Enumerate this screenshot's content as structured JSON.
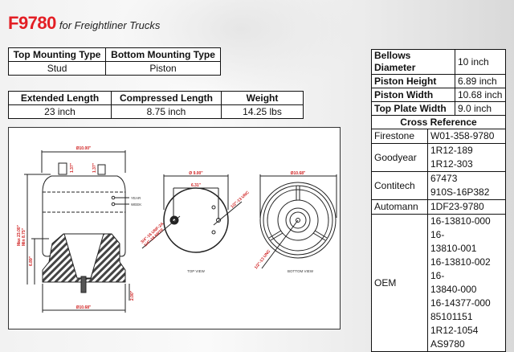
{
  "header": {
    "model": "F9780",
    "subtitle": "for Freightliner Trucks"
  },
  "mounting": {
    "headers": [
      "Top Mounting Type",
      "Bottom Mounting Type"
    ],
    "values": [
      "Stud",
      "Piston"
    ]
  },
  "lengths": {
    "headers": [
      "Extended Length",
      "Compressed Length",
      "Weight"
    ],
    "values": [
      "23 inch",
      "8.75 inch",
      "14.25 lbs"
    ]
  },
  "specs": [
    {
      "label": "Bellows Diameter",
      "value": "10 inch"
    },
    {
      "label": "Piston Height",
      "value": "6.89 inch"
    },
    {
      "label": "Piston Width",
      "value": "10.68 inch"
    },
    {
      "label": "Top Plate Width",
      "value": "9.0 inch"
    }
  ],
  "cross_reference": {
    "title": "Cross Reference",
    "rows": [
      {
        "brand": "Firestone",
        "parts": [
          "W01-358-9780"
        ]
      },
      {
        "brand": "Goodyear",
        "parts": [
          "1R12-189",
          "1R12-303"
        ]
      },
      {
        "brand": "Contitech",
        "parts": [
          "67473",
          "910S-16P382"
        ]
      },
      {
        "brand": "Automann",
        "parts": [
          "1DF23-9780"
        ]
      },
      {
        "brand": "OEM",
        "parts": [
          "16-13810-000 16-",
          "13810-001",
          "16-13810-002 16-",
          "13840-000",
          "16-14377-000",
          "85101151",
          "1R12-1054",
          "AS9780"
        ]
      }
    ]
  },
  "drawing": {
    "side": {
      "top_dia": "Ø10.00\"",
      "stud1": "1.37\"",
      "stud2": "1.37\"",
      "height_max": "Max 23.00\"",
      "height_min": "Min 8.75\"",
      "piston_h": "6.89\"",
      "pin": "2.00\"",
      "bottom_dia": "Ø10.68\"",
      "year": "YEAR",
      "week": "WEEK"
    },
    "top_view": {
      "dia": "Ø 9.00\"",
      "spacing": "6.31\"",
      "thread1": "3/4\"-16 UNF-2A",
      "thread2": "1/4\"-18 NPTF",
      "thread3": "1/2\"-13 UNC",
      "label": "TOP VIEW"
    },
    "bottom_view": {
      "dia": "Ø10.68\"",
      "thread": "1/2\"-13 UNC",
      "label": "BOTTOM VIEW"
    }
  },
  "colors": {
    "brand_red": "#e31e24",
    "dim_red": "#d02020"
  }
}
